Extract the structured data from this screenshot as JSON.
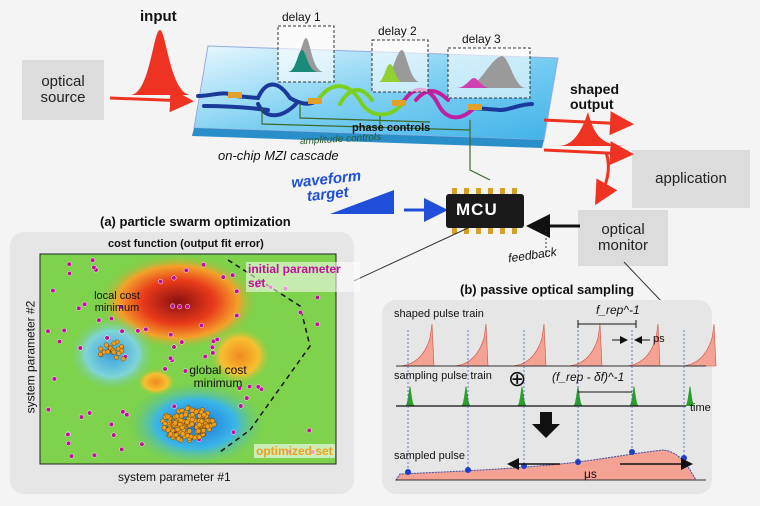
{
  "top": {
    "input_label": "input",
    "optical_source": "optical source",
    "delay1": "delay 1",
    "delay2": "delay 2",
    "delay3": "delay 3",
    "phase_controls": "phase controls",
    "amplitude_controls": "amplitude controls",
    "chip_label": "on-chip MZI cascade",
    "shaped_output": "shaped output",
    "application": "application",
    "optical_monitor": "optical monitor",
    "waveform_target": "waveform target",
    "mcu": "MCU",
    "feedback": "feedback"
  },
  "pso": {
    "title": "(a) particle swarm optimization",
    "subtitle": "cost function (output fit error)",
    "initial_set": "initial parameter set",
    "local_min": "local cost minimum",
    "global_min": "global cost minimum",
    "optimized_set": "optimized set",
    "xlabel": "system parameter #1",
    "ylabel": "system parameter #2"
  },
  "sampling": {
    "title": "(b) passive optical sampling",
    "shaped_train": "shaped pulse train",
    "sampling_train": "sampling pulse train",
    "sampled_pulse": "sampled pulse",
    "frep_label": "f_rep^-1",
    "ps": "ps",
    "freq_expr": "(f_rep - δf)^-1",
    "time": "time",
    "mus": "μs",
    "plus": "⊕"
  },
  "colors": {
    "pulse_red": "#ee3322",
    "waveguide_blue": "#1a3a9a",
    "target_blue": "#1f4fd8",
    "optimized_orange": "#f0a020",
    "initial_magenta": "#c0109a",
    "sampling_green": "#2aa02a",
    "sampled_fill": "#f3a294"
  }
}
